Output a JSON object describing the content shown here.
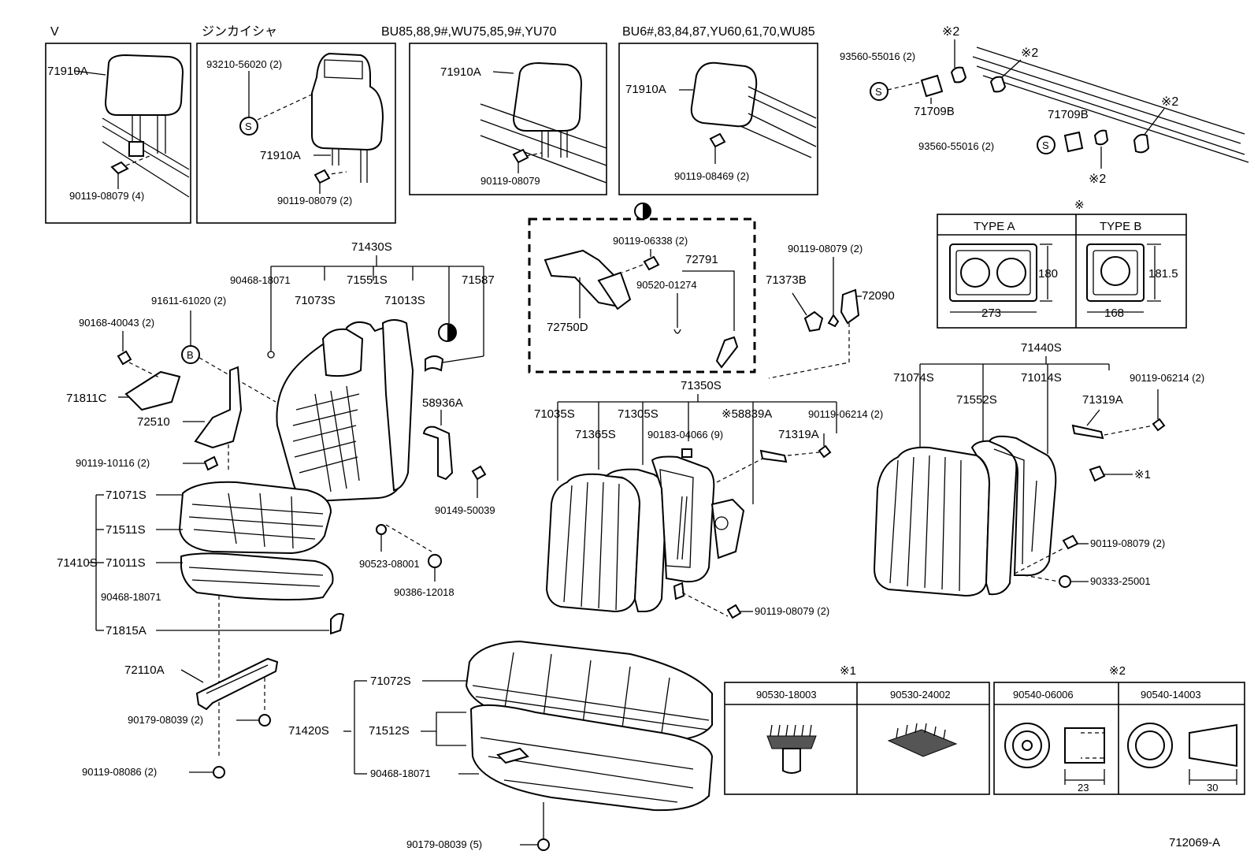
{
  "figure_id": "712069-A",
  "headrest_panels": {
    "v": {
      "title": "V",
      "part": "71910A",
      "bolt": "90119-08079 (4)"
    },
    "jinkaisha": {
      "title": "ジンカイシャ",
      "clip": "93210-56020 (2)",
      "part": "71910A",
      "bolt": "90119-08079 (2)"
    },
    "bu85": {
      "title": "BU85,88,9#,WU75,85,9#,YU70",
      "part": "71910A",
      "bolt": "90119-08079"
    },
    "bu6": {
      "title": "BU6#,83,84,87,YU60,61,70,WU85",
      "part": "71910A",
      "bolt": "90119-08469 (2)"
    }
  },
  "rail_group": {
    "top_mark": "※2",
    "screw_top": "93560-55016 (2)",
    "mark_a": "※2",
    "part_a": "71709B",
    "part_b": "71709B",
    "mark_b": "※2",
    "screw_bottom": "93560-55016 (2)",
    "mark_c": "※2",
    "s_symbol": "S"
  },
  "type_table": {
    "mark": "※",
    "type_a": {
      "label": "TYPE A",
      "height": "180",
      "width": "273"
    },
    "type_b": {
      "label": "TYPE B",
      "height": "181.5",
      "width": "168"
    }
  },
  "front_seat": {
    "assy": "71430S",
    "labels": {
      "p90468a": "90468-18071",
      "p71551": "71551S",
      "p71587": "71587",
      "p91611": "91611-61020 (2)",
      "p71073": "71073S",
      "p71013": "71013S",
      "p90168": "90168-40043 (2)",
      "p71811": "71811C",
      "p72510": "72510",
      "p58936": "58936A",
      "p90119_10116": "90119-10116 (2)",
      "p90149": "90149-50039",
      "p90523": "90523-08001",
      "p90386": "90386-12018",
      "b_symbol": "B"
    },
    "cushion_group": {
      "assy": "71410S",
      "items": [
        "71071S",
        "71511S",
        "71011S",
        "90468-18071",
        "71815A"
      ]
    }
  },
  "track": {
    "part": "72110A",
    "nut": "90179-08039 (2)",
    "bolt": "90119-08086 (2)"
  },
  "rear_cushion": {
    "assy": "71420S",
    "top": "71072S",
    "mid": "71512S",
    "clip": "90468-18071",
    "nut": "90179-08039 (5)"
  },
  "armrest_box": {
    "mark": "◐",
    "bolt": "90119-06338 (2)",
    "p72791": "72791",
    "p90520": "90520-01274",
    "p72750": "72750D"
  },
  "center_back": {
    "assy": "71350S",
    "labels": {
      "p71035": "71035S",
      "p71305": "71305S",
      "p58839": "※58839A",
      "p90119_06214": "90119-06214 (2)",
      "p71365": "71365S",
      "p90183": "90183-04066 (9)",
      "p71319": "71319A",
      "bolt": "90119-08079 (2)"
    }
  },
  "hinge": {
    "bolt": "90119-08079 (2)",
    "p71373": "71373B",
    "p72090": "72090"
  },
  "rear_back": {
    "assy": "71440S",
    "labels": {
      "p71074": "71074S",
      "p71014": "71014S",
      "p90119_06214": "90119-06214 (2)",
      "p71552": "71552S",
      "p71319": "71319A",
      "mark1": "※1",
      "bolt": "90119-08079 (2)",
      "p90333": "90333-25001"
    }
  },
  "fastener_table_1": {
    "mark": "※1",
    "col1": "90530-18003",
    "col2": "90530-24002"
  },
  "fastener_table_2": {
    "mark": "※2",
    "col1": "90540-06006",
    "col2": "90540-14003",
    "dim1": "23",
    "dim2": "30"
  }
}
